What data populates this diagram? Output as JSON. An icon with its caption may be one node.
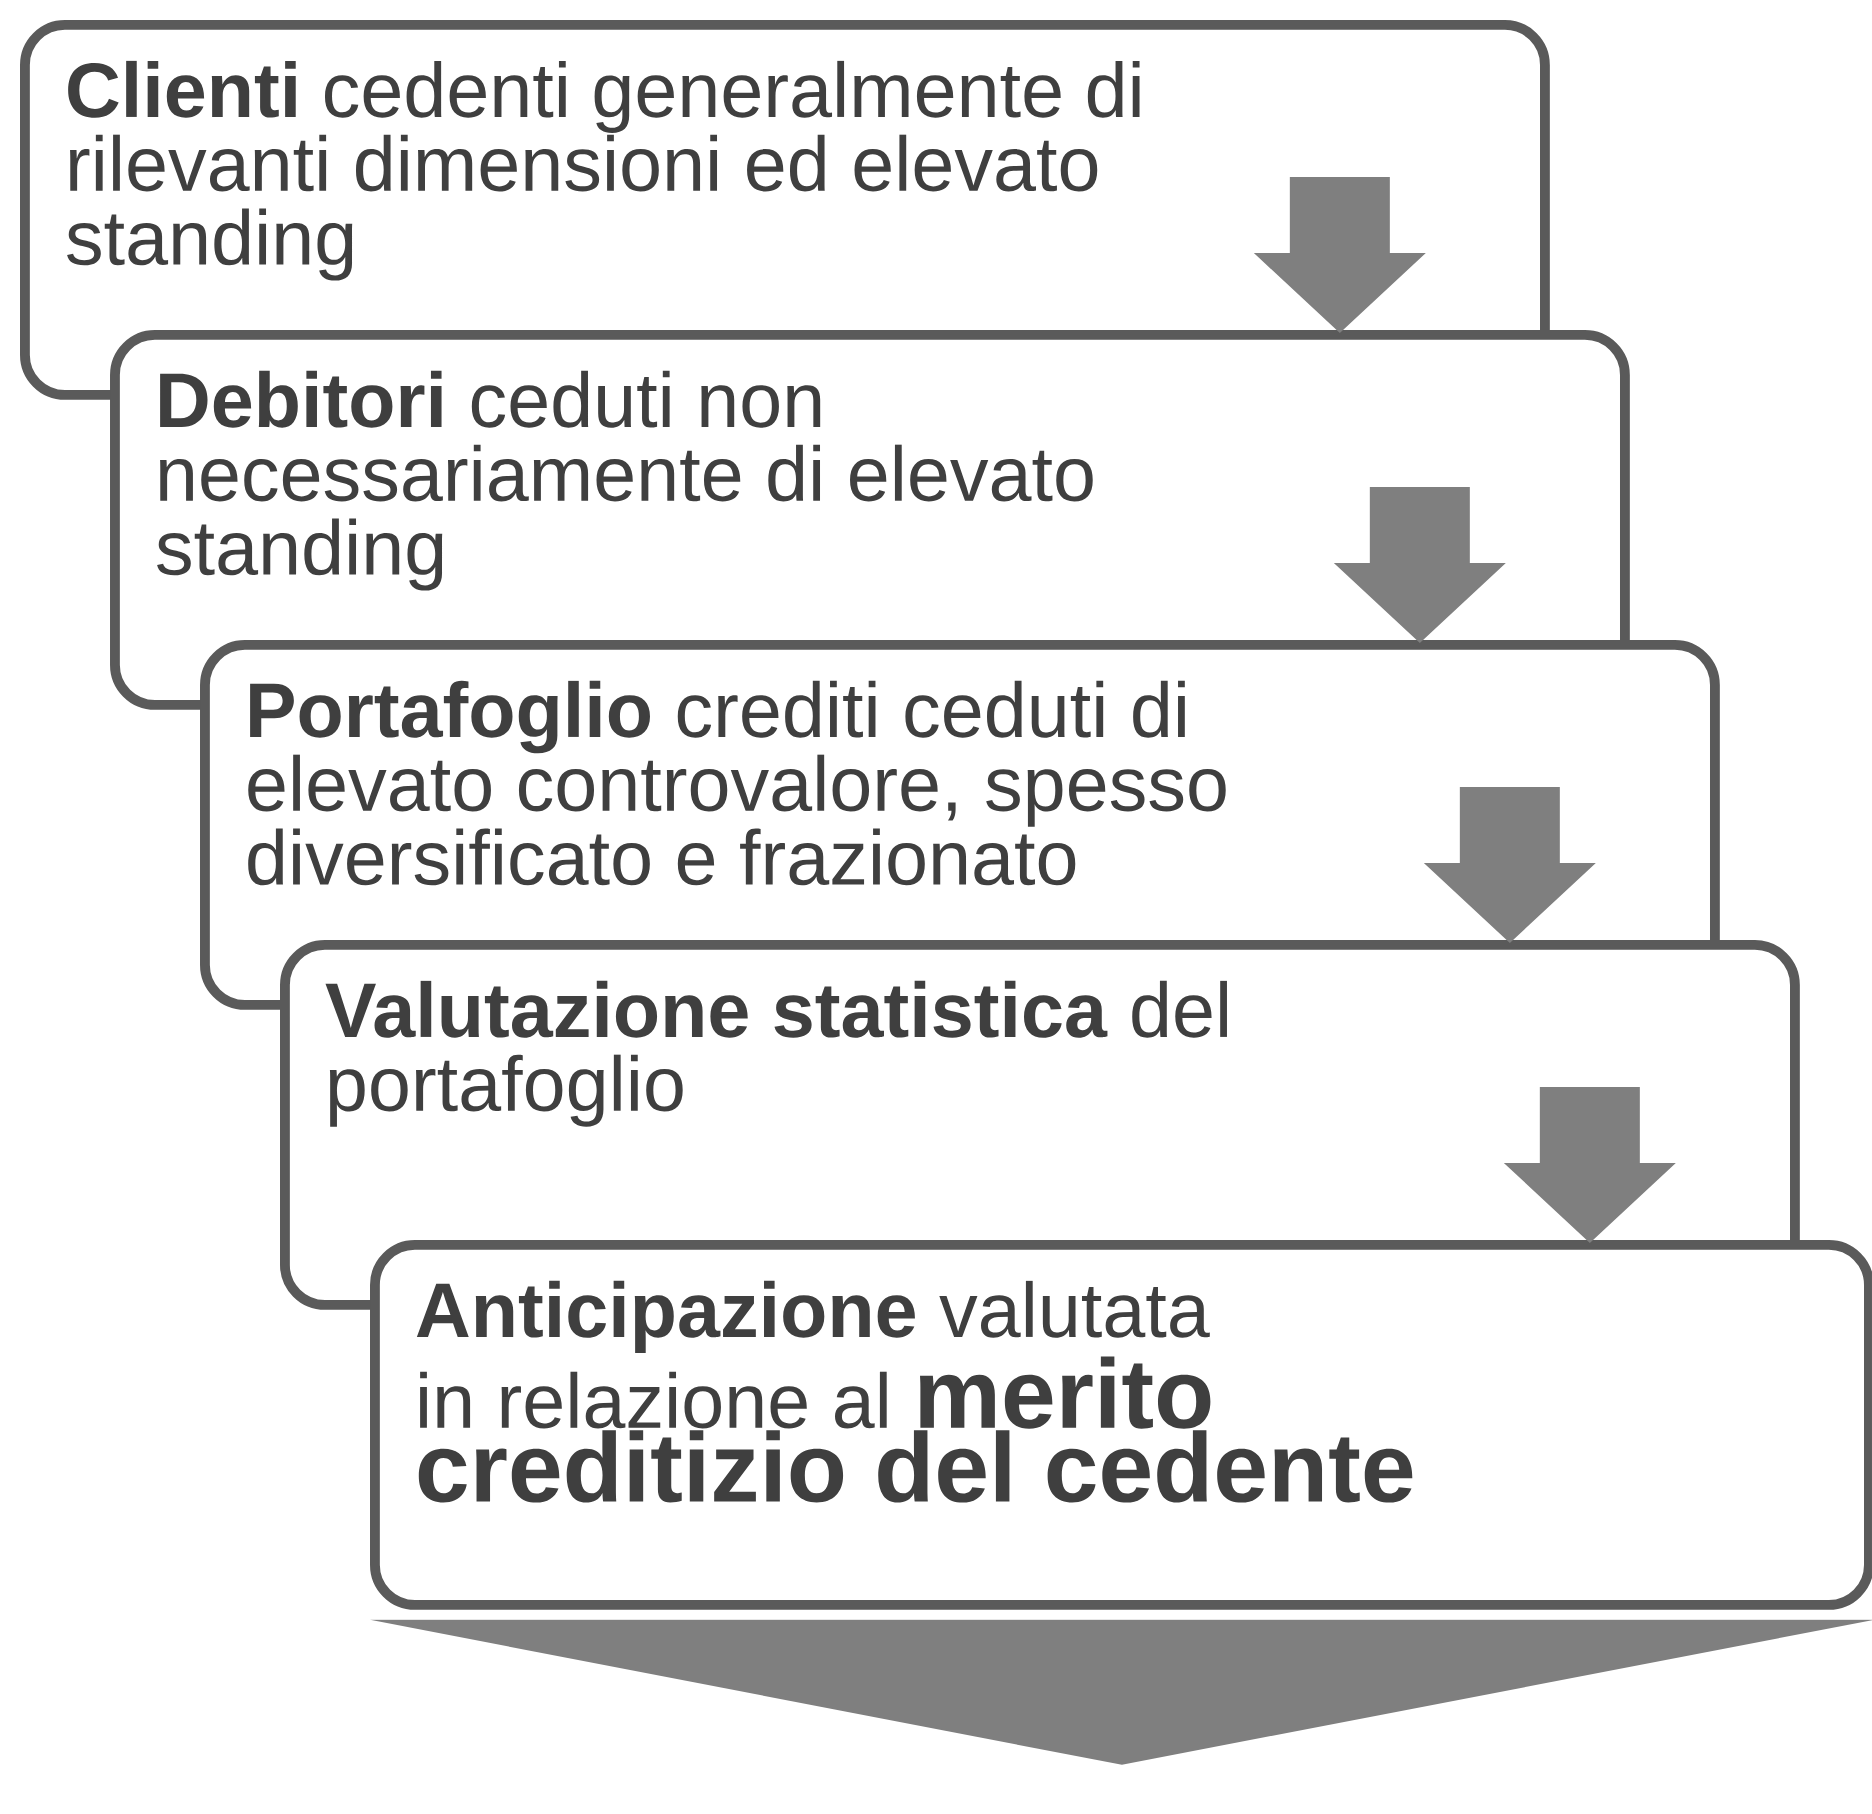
{
  "diagram": {
    "nodes": [
      {
        "text": [
          "**Clienti** cedenti generalmente di rilevanti dimensioni ed elevato standing"
        ]
      },
      {
        "text": [
          "**Debitori** ceduti non necessariamente di elevato standing"
        ]
      },
      {
        "text": [
          "**Portafoglio** crediti ceduti di elevato controvalore, spesso diversificato e frazionato"
        ]
      },
      {
        "text": [
          "**Valutazione statistica** del portafoglio"
        ]
      },
      {
        "text": [
          "**Anticipazione** valutata in relazione al",
          "merito creditizio del cedente"
        ]
      }
    ],
    "edges": [
      {
        "from": 0,
        "to": 1,
        "arrow": "to"
      },
      {
        "from": 1,
        "to": 2,
        "arrow": "to"
      },
      {
        "from": 2,
        "to": 3,
        "arrow": "to"
      },
      {
        "from": 3,
        "to": 4,
        "arrow": "to"
      },
      {
        "from": 4,
        "to": null,
        "arrow": "to"
      }
    ]
  }
}
